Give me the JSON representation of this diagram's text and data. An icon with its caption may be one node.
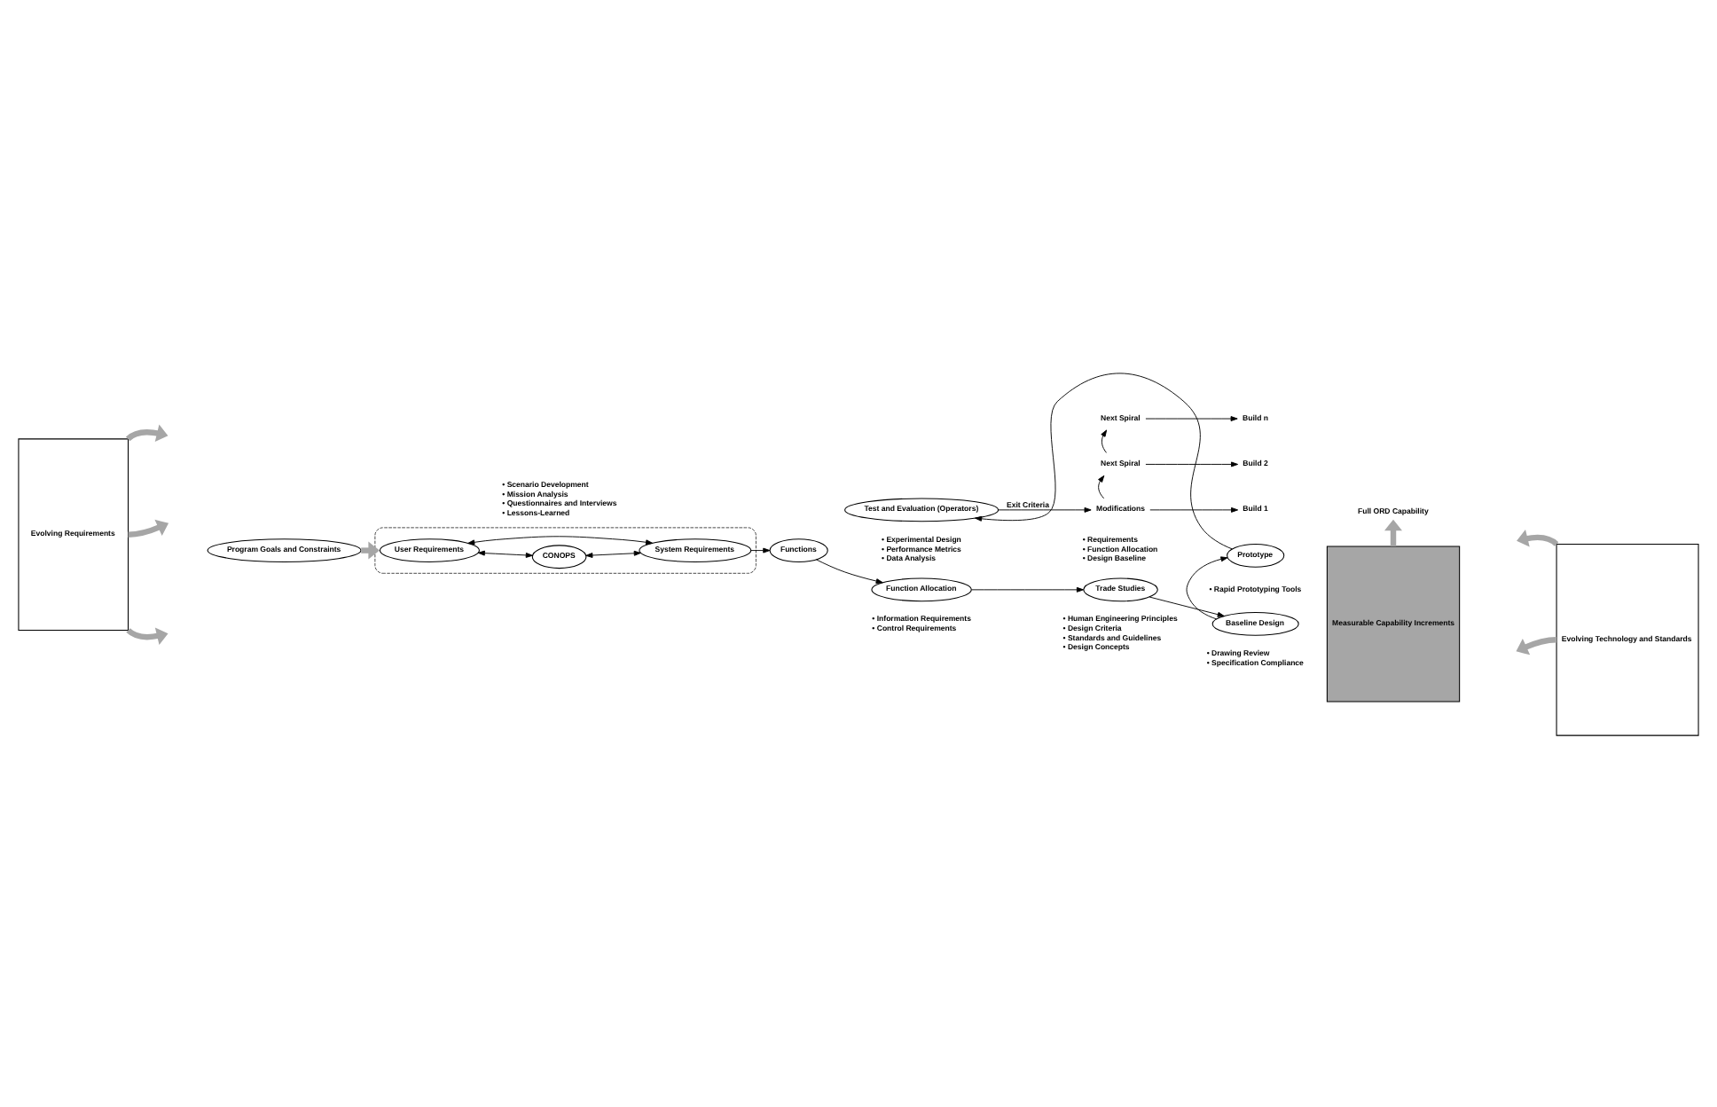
{
  "diagram": {
    "nodes": [
      {
        "text": [
          "Program Goals and Constraints"
        ]
      },
      {
        "text": [],
        "shape": "ellipse"
      },
      {
        "text": [
          "User Requirements"
        ],
        "in": 1
      },
      {
        "text": [
          "CONOPS"
        ],
        "in": 1
      },
      {
        "text": [
          "System Requirements"
        ],
        "in": 1
      },
      {
        "text": [
          "Functions"
        ]
      },
      {
        "text": [
          "Function Allocation"
        ]
      },
      {
        "text": [
          "Trade Studies"
        ]
      },
      {
        "text": [
          "Baseline Design"
        ]
      },
      {
        "text": [
          "Prototype"
        ]
      },
      {
        "text": [
          "Test and Evaluation (Operators)"
        ]
      },
      {
        "text": [
          "Modifications"
        ]
      },
      {
        "text": [
          "Build 1"
        ]
      },
      {
        "text": [
          "Next Spiral"
        ]
      },
      {
        "text": [
          "Build 2"
        ]
      },
      {
        "text": [
          "Next Spiral"
        ]
      },
      {
        "text": [
          "Build n"
        ]
      },
      {
        "text": [
          "Evolving Requirements"
        ]
      },
      {
        "text": [
          "Evolving Technology and Standards"
        ]
      },
      {
        "text": [
          "Full ORD Capability"
        ]
      },
      {
        "text": [
          "Measurable Capability Increments"
        ]
      }
    ],
    "edges": [
      {
        "from": 0,
        "to": 1,
        "arrow": "to",
        "style": "thick",
        "color": "#a6a6a6"
      },
      {
        "from": 2,
        "to": 3,
        "arrow": "both"
      },
      {
        "from": 2,
        "to": 4,
        "arrow": "both"
      },
      {
        "from": 3,
        "to": 4,
        "arrow": "both"
      },
      {
        "from": 4,
        "to": 5,
        "arrow": "to"
      },
      {
        "from": 5,
        "to": 6,
        "arrow": "to"
      },
      {
        "from": 6,
        "to": 7,
        "arrow": "to"
      },
      {
        "from": 7,
        "to": 8,
        "arrow": "to"
      },
      {
        "from": 8,
        "to": 9,
        "arrow": "to"
      },
      {
        "from": 9,
        "to": 10,
        "arrow": "to"
      },
      {
        "from": 10,
        "to": 11,
        "arrow": "to",
        "label": "Exit Criteria"
      },
      {
        "from": 11,
        "to": 12,
        "arrow": "to"
      },
      {
        "from": 11,
        "to": 13,
        "arrow": "to"
      },
      {
        "from": 13,
        "to": 14,
        "arrow": "to"
      },
      {
        "from": 13,
        "to": 15,
        "arrow": "to"
      },
      {
        "from": 15,
        "to": 16,
        "arrow": "to"
      },
      {
        "from": 17,
        "to": null,
        "arrow": "to",
        "style": "thick",
        "color": "#a6a6a6"
      },
      {
        "from": 17,
        "to": null,
        "arrow": "to",
        "style": "thick",
        "color": "#a6a6a6"
      },
      {
        "from": 17,
        "to": null,
        "arrow": "to",
        "style": "thick",
        "color": "#a6a6a6"
      },
      {
        "from": 18,
        "to": null,
        "arrow": "to",
        "style": "thick",
        "color": "#a6a6a6"
      },
      {
        "from": 18,
        "to": null,
        "arrow": "to",
        "style": "thick",
        "color": "#a6a6a6"
      },
      {
        "from": 20,
        "to": 19,
        "arrow": "to",
        "style": "thick",
        "color": "#a6a6a6"
      }
    ],
    "labels": [
      "• Scenario Development",
      "• Mission Analysis",
      "• Questionnaires and Interviews",
      "• Lessons-Learned",
      "• Information Requirements",
      "• Control Requirements",
      "• Human Engineering Principles",
      "• Design Criteria",
      "• Standards and Guidelines",
      "• Design Concepts",
      "• Drawing Review",
      "• Specification Compliance",
      "• Rapid Prototyping Tools",
      "• Experimental Design",
      "• Performance Metrics",
      "• Data Analysis",
      "• Requirements",
      "• Function Allocation",
      "• Design Baseline"
    ]
  }
}
